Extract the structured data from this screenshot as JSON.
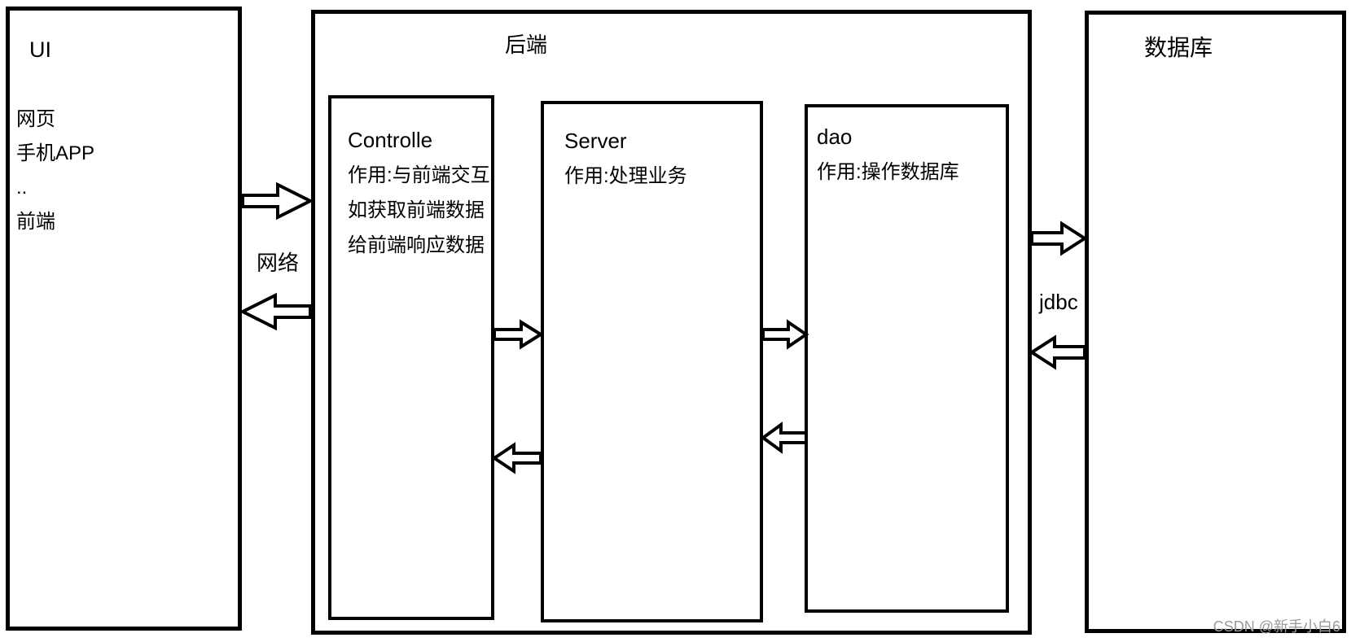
{
  "boxes": {
    "ui": {
      "title": "UI",
      "items": [
        "网页",
        "手机APP",
        "..",
        "前端"
      ]
    },
    "backend": {
      "title": "后端"
    },
    "controller": {
      "title": "Controlle",
      "desc": [
        "作用:与前端交互",
        "如获取前端数据",
        "给前端响应数据"
      ]
    },
    "server": {
      "title": "Server",
      "desc": [
        "作用:处理业务"
      ]
    },
    "dao": {
      "title": "dao",
      "desc": [
        "作用:操作数据库"
      ]
    },
    "database": {
      "title": "数据库"
    }
  },
  "connections": {
    "network_label": "网络",
    "jdbc_label": "jdbc"
  },
  "watermark": "CSDN @新手小白6",
  "colors": {
    "stroke": "#000000",
    "background": "#ffffff",
    "watermark_gray": "#9b9b9b"
  }
}
